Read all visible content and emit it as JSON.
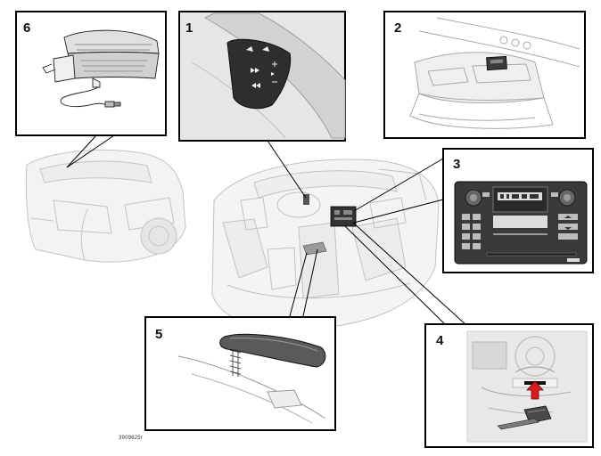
{
  "panels": [
    {
      "label": "6",
      "subject": "subwoofer-unit"
    },
    {
      "label": "1",
      "subject": "steering-wheel-audio-controls"
    },
    {
      "label": "2",
      "subject": "roof-console-microphone"
    },
    {
      "label": "3",
      "subject": "center-console-audio-panel"
    },
    {
      "label": "4",
      "subject": "disc-slot-with-cartridge"
    },
    {
      "label": "5",
      "subject": "armrest-storage-unit"
    }
  ],
  "reference_code": "3909825r",
  "colors": {
    "outline": "#000000",
    "line_art": "#8a8a8a",
    "panel_bg": "#e6e6e6",
    "accent": "#d81c1c"
  }
}
